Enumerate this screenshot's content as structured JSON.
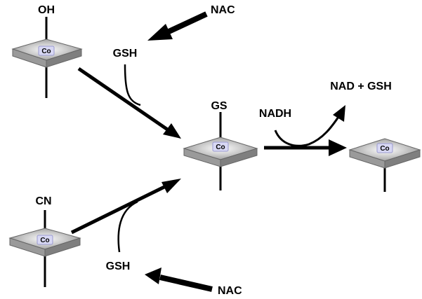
{
  "complexes": {
    "hydroxo": {
      "metal": "Co",
      "ligand": "OH"
    },
    "cyano": {
      "metal": "Co",
      "ligand": "CN"
    },
    "glutathionyl": {
      "metal": "Co",
      "ligand": "GS"
    },
    "reduced": {
      "metal": "Co"
    }
  },
  "reagents": {
    "gsh_top": "GSH",
    "gsh_bottom": "GSH",
    "nac_top": "NAC",
    "nac_bottom": "NAC",
    "nadh": "NADH",
    "products": "NAD + GSH"
  },
  "colors": {
    "plate_top": "#bdbdbd",
    "plate_side": "#8e8e8e",
    "plate_center": "#d8d8f4",
    "stroke": "#000000"
  }
}
